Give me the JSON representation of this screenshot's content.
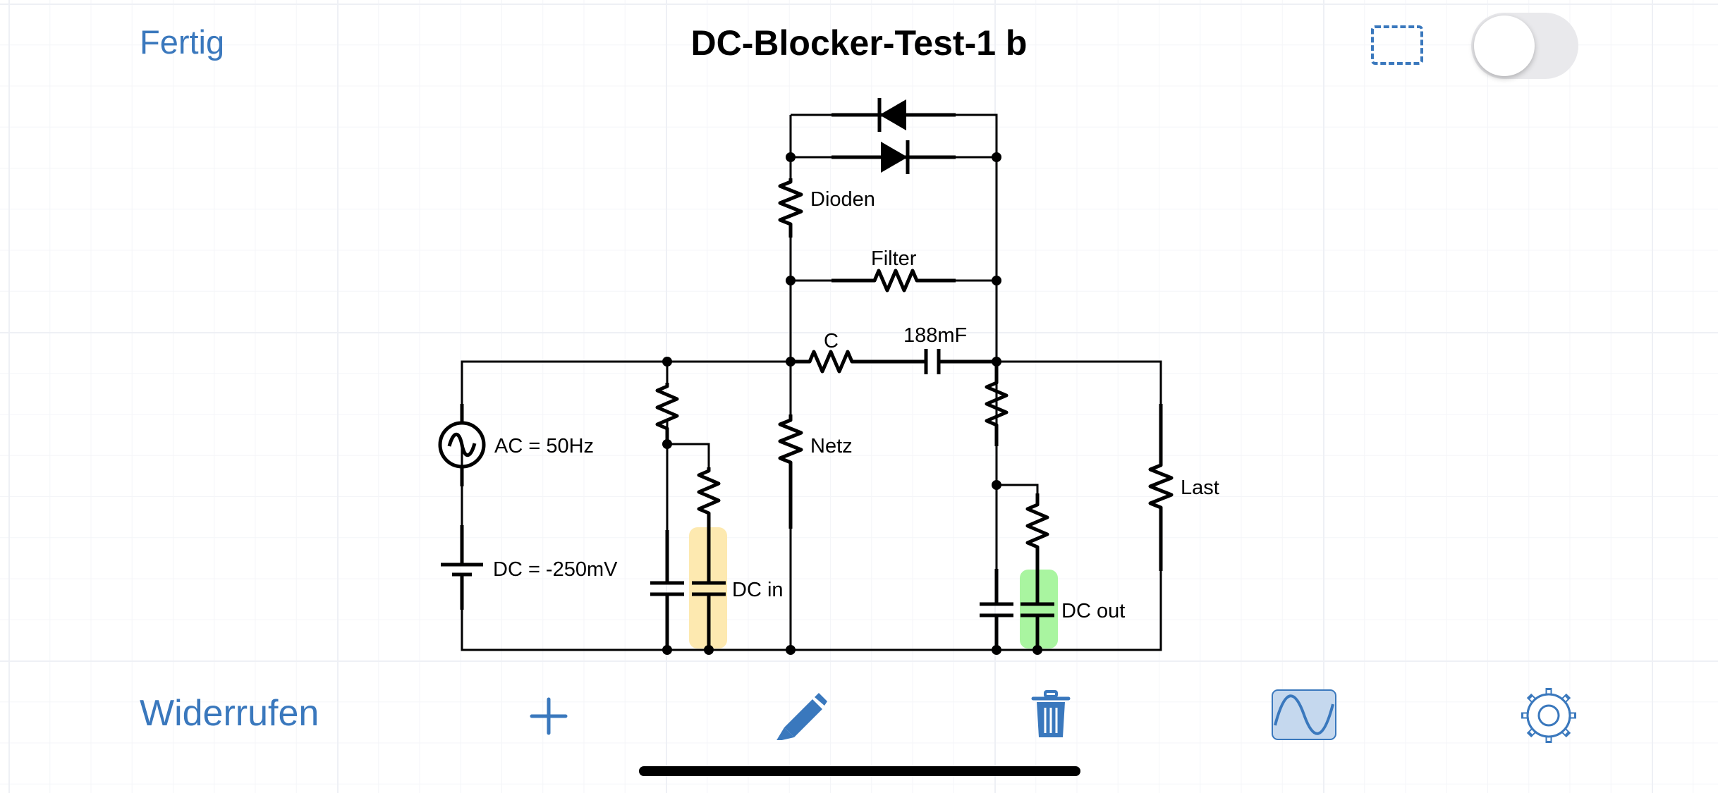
{
  "header": {
    "done_label": "Fertig",
    "title": "DC-Blocker-Test-1 b"
  },
  "circuit": {
    "labels": {
      "dioden": "Dioden",
      "filter": "Filter",
      "c": "C",
      "capacitance": "188mF",
      "ac_source": "AC = 50Hz",
      "dc_source": "DC = -250mV",
      "netz": "Netz",
      "last": "Last",
      "dc_in": "DC in",
      "dc_out": "DC out"
    },
    "probe_colors": {
      "dc_in": "#fde9b0",
      "dc_out": "#a9f5a0"
    }
  },
  "toolbar": {
    "undo_label": "Widerrufen",
    "icons": [
      "plus-icon",
      "pencil-icon",
      "trash-icon",
      "waveform-icon",
      "gear-icon"
    ]
  },
  "colors": {
    "accent": "#3a78bd",
    "wave_button_bg": "#c5d8ee"
  }
}
